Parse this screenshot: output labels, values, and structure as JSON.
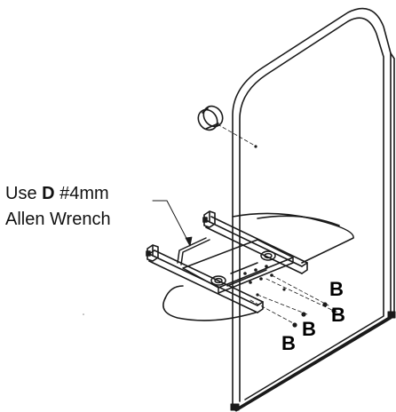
{
  "instruction": {
    "prefix": "Use ",
    "part_letter": "D",
    "size": " #4mm",
    "line2": "Allen Wrench"
  },
  "part_labels": [
    "B",
    "B",
    "B",
    "B"
  ],
  "colors": {
    "line": "#1a1a1a",
    "background": "#ffffff"
  }
}
